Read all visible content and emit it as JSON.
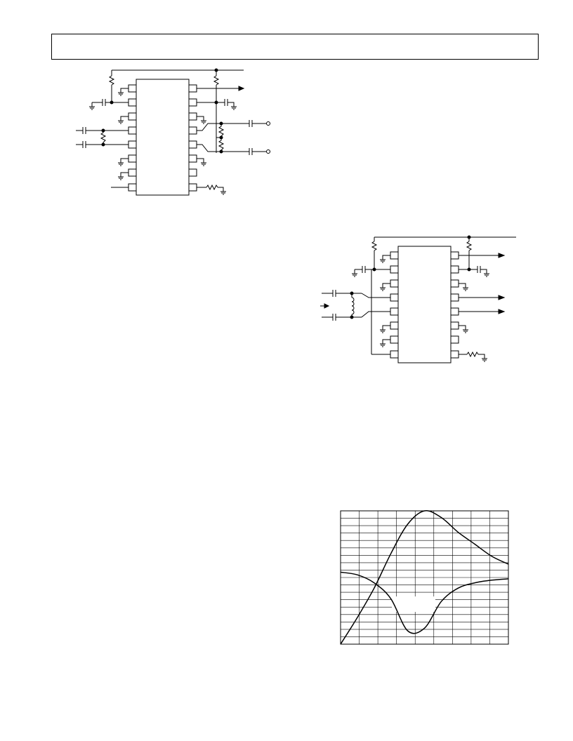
{
  "header": {},
  "figures": {
    "schematic_top": {},
    "schematic_bottom": {},
    "response_plot": {
      "chart_data": {
        "type": "line",
        "title": "",
        "xlabel": "",
        "ylabel": "",
        "grid": true,
        "series": [
          {
            "values": [
              0.0,
              0.2,
              0.42,
              0.68,
              0.9,
              1.0,
              0.95,
              0.84,
              0.75,
              0.66,
              0.6
            ]
          },
          {
            "values": [
              0.54,
              0.52,
              0.46,
              0.34,
              0.1,
              0.12,
              0.32,
              0.42,
              0.46,
              0.48,
              0.49
            ]
          }
        ]
      }
    }
  }
}
